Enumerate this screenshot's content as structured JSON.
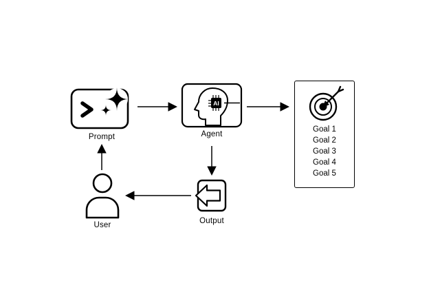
{
  "nodes": {
    "prompt": {
      "label": "Prompt"
    },
    "agent": {
      "label": "Agent",
      "chip": "AI"
    },
    "output": {
      "label": "Output"
    },
    "user": {
      "label": "User"
    }
  },
  "goals": {
    "items": [
      "Goal 1",
      "Goal 2",
      "Goal 3",
      "Goal 4",
      "Goal 5"
    ]
  },
  "colors": {
    "ink": "#000000",
    "background": "#ffffff"
  }
}
